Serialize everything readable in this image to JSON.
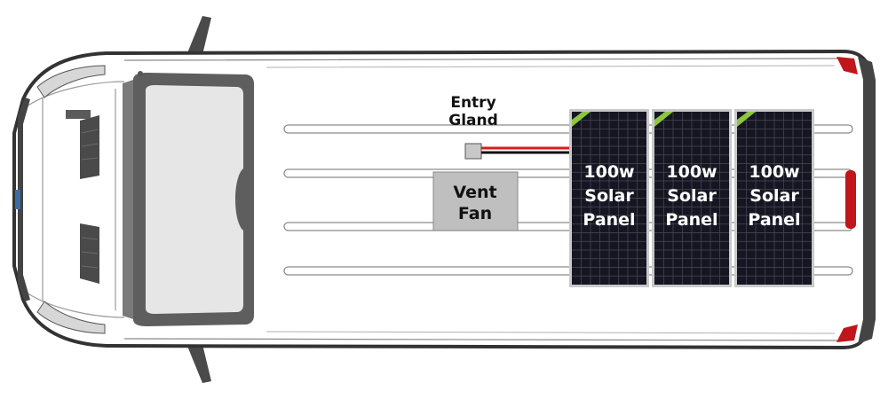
{
  "labels": {
    "entry_gland_line1": "Entry",
    "entry_gland_line2": "Gland",
    "vent_fan_line1": "Vent",
    "vent_fan_line2": "Fan"
  },
  "panels": [
    {
      "line1": "100w",
      "line2": "Solar",
      "line3": "Panel"
    },
    {
      "line1": "100w",
      "line2": "Solar",
      "line3": "Panel"
    },
    {
      "line1": "100w",
      "line2": "Solar",
      "line3": "Panel"
    }
  ],
  "colors": {
    "van_outline": "#333333",
    "van_dark": "#5a5a5a",
    "windshield": "#e6e6e6",
    "tail_light": "#c0151b",
    "vent_fan": "#bfbfbf",
    "gland": "#c8c8c8",
    "wire_red": "#d81e1e",
    "wire_black": "#111111",
    "panel_cell": "#161622",
    "panel_frame": "#c9c9c9",
    "panel_grid": "#4a4a5a",
    "panel_tag": "#8dc63f",
    "label_text": "#111111",
    "panel_text": "#ffffff"
  },
  "icons": {
    "van": "van-top-view-icon",
    "wire": "cable-icon"
  }
}
